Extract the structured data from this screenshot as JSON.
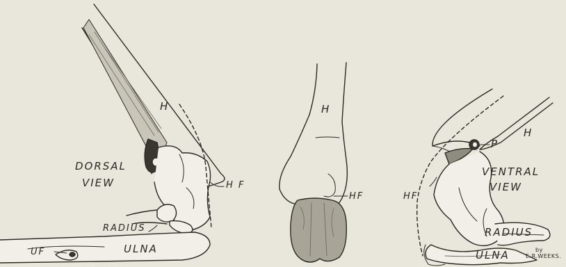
{
  "figure": {
    "dorsal_panel": {
      "title_line1": "DORSAL",
      "title_line2": "VIEW",
      "label_h": "H",
      "label_hf": "H F",
      "label_radius": "RADIUS",
      "label_ulna": "ULNA",
      "label_uf": "UF"
    },
    "middle_panel": {
      "label_h": "H",
      "label_hf": "HF"
    },
    "ventral_panel": {
      "title_line1": "VENTRAL",
      "title_line2": "VIEW",
      "label_h": "H",
      "label_hf": "HF",
      "label_p": "P",
      "label_radius": "RADIUS",
      "label_ulna": "ULNA"
    },
    "signature_line1": "by",
    "signature_line2": "E.R.WEEKS."
  },
  "colors": {
    "background": "#e9e6db",
    "ink": "#2a2824",
    "bone_fill": "#f1efe7",
    "shade": "#9b978d"
  }
}
